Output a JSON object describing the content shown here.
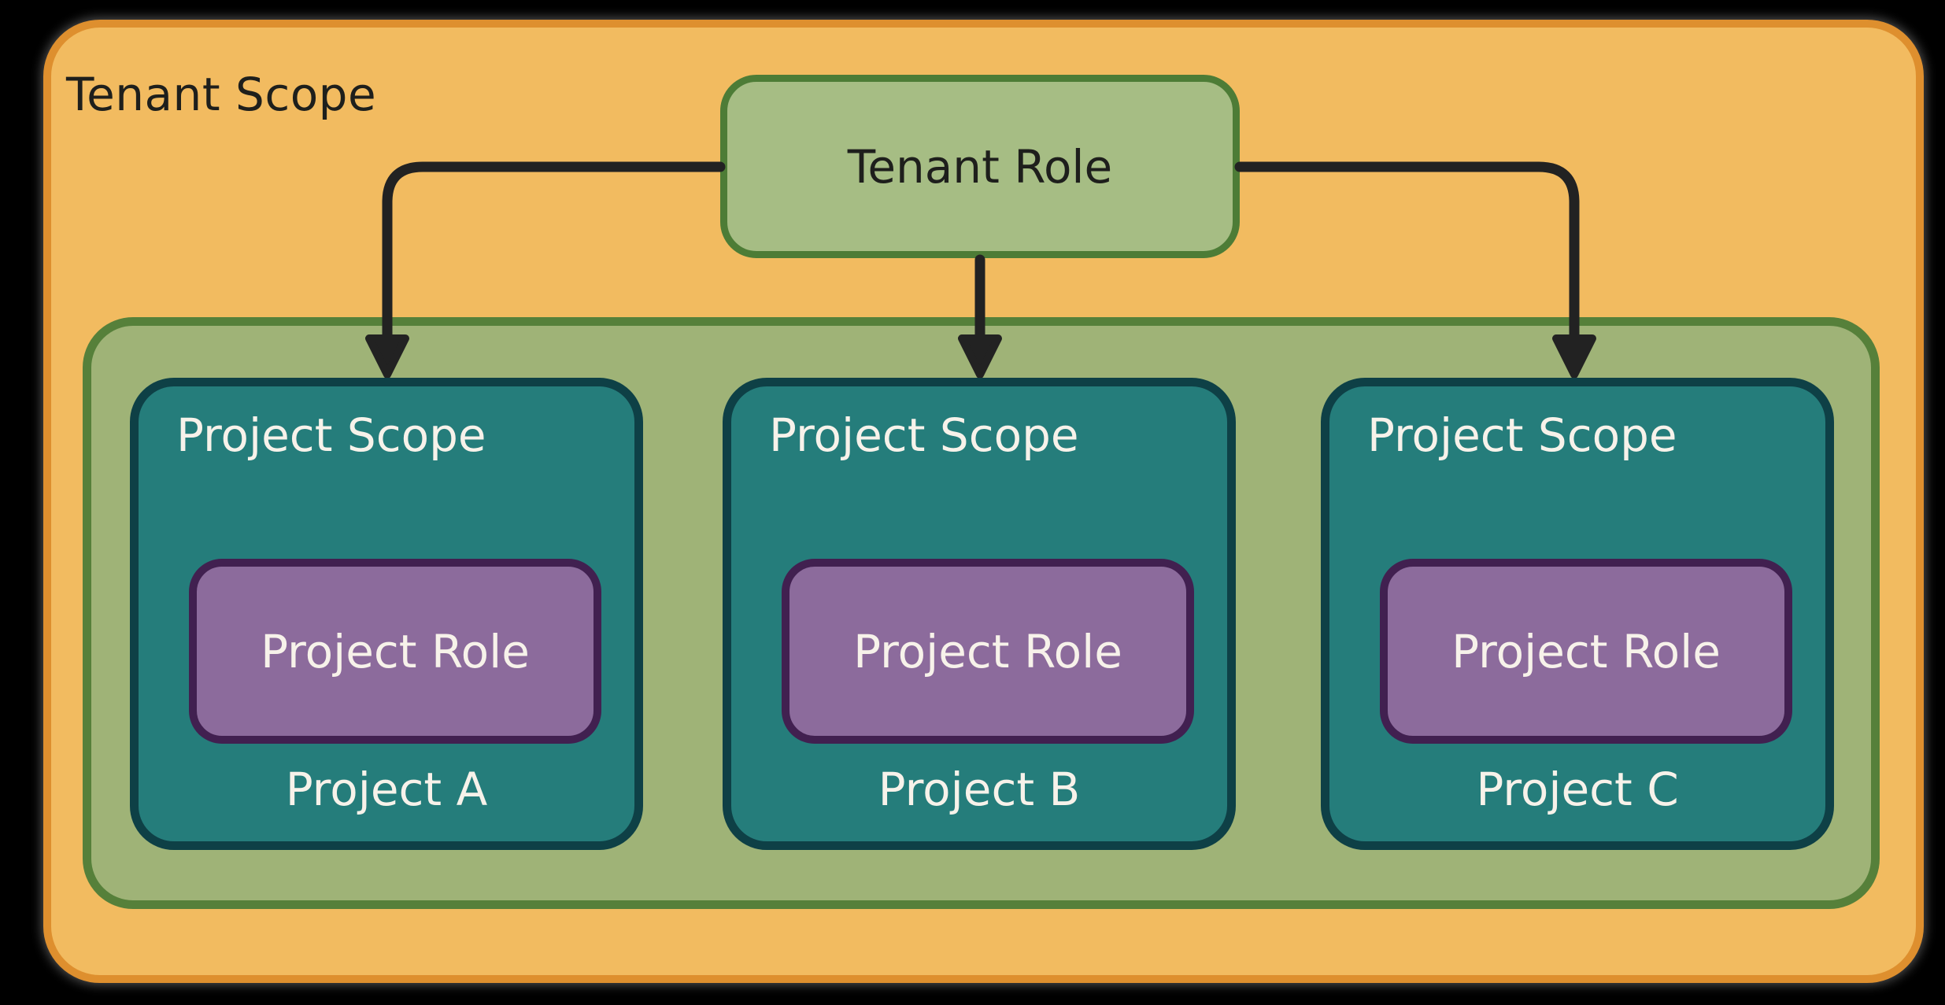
{
  "colors": {
    "bg": "#000000",
    "orange-fill": "#f2bb60",
    "orange-border": "#de8f2e",
    "sage-fill": "#9fb377",
    "sage-border": "#56803a",
    "tenant-role-fill": "#a6bd84",
    "tenant-role-border": "#4d7c36",
    "teal-fill": "#257d7b",
    "teal-border": "#0e4046",
    "purple-fill": "#8c6b9c",
    "purple-border": "#412050",
    "arrow": "#222222",
    "text-dark": "#1e1f1c",
    "text-light": "#f7f2ea"
  },
  "diagram": {
    "tenant_scope_label": "Tenant Scope",
    "tenant_role_label": "Tenant Role",
    "projects": [
      {
        "scope_label": "Project Scope",
        "role_label": "Project Role",
        "name": "Project A"
      },
      {
        "scope_label": "Project Scope",
        "role_label": "Project Role",
        "name": "Project B"
      },
      {
        "scope_label": "Project Scope",
        "role_label": "Project Role",
        "name": "Project C"
      }
    ]
  }
}
